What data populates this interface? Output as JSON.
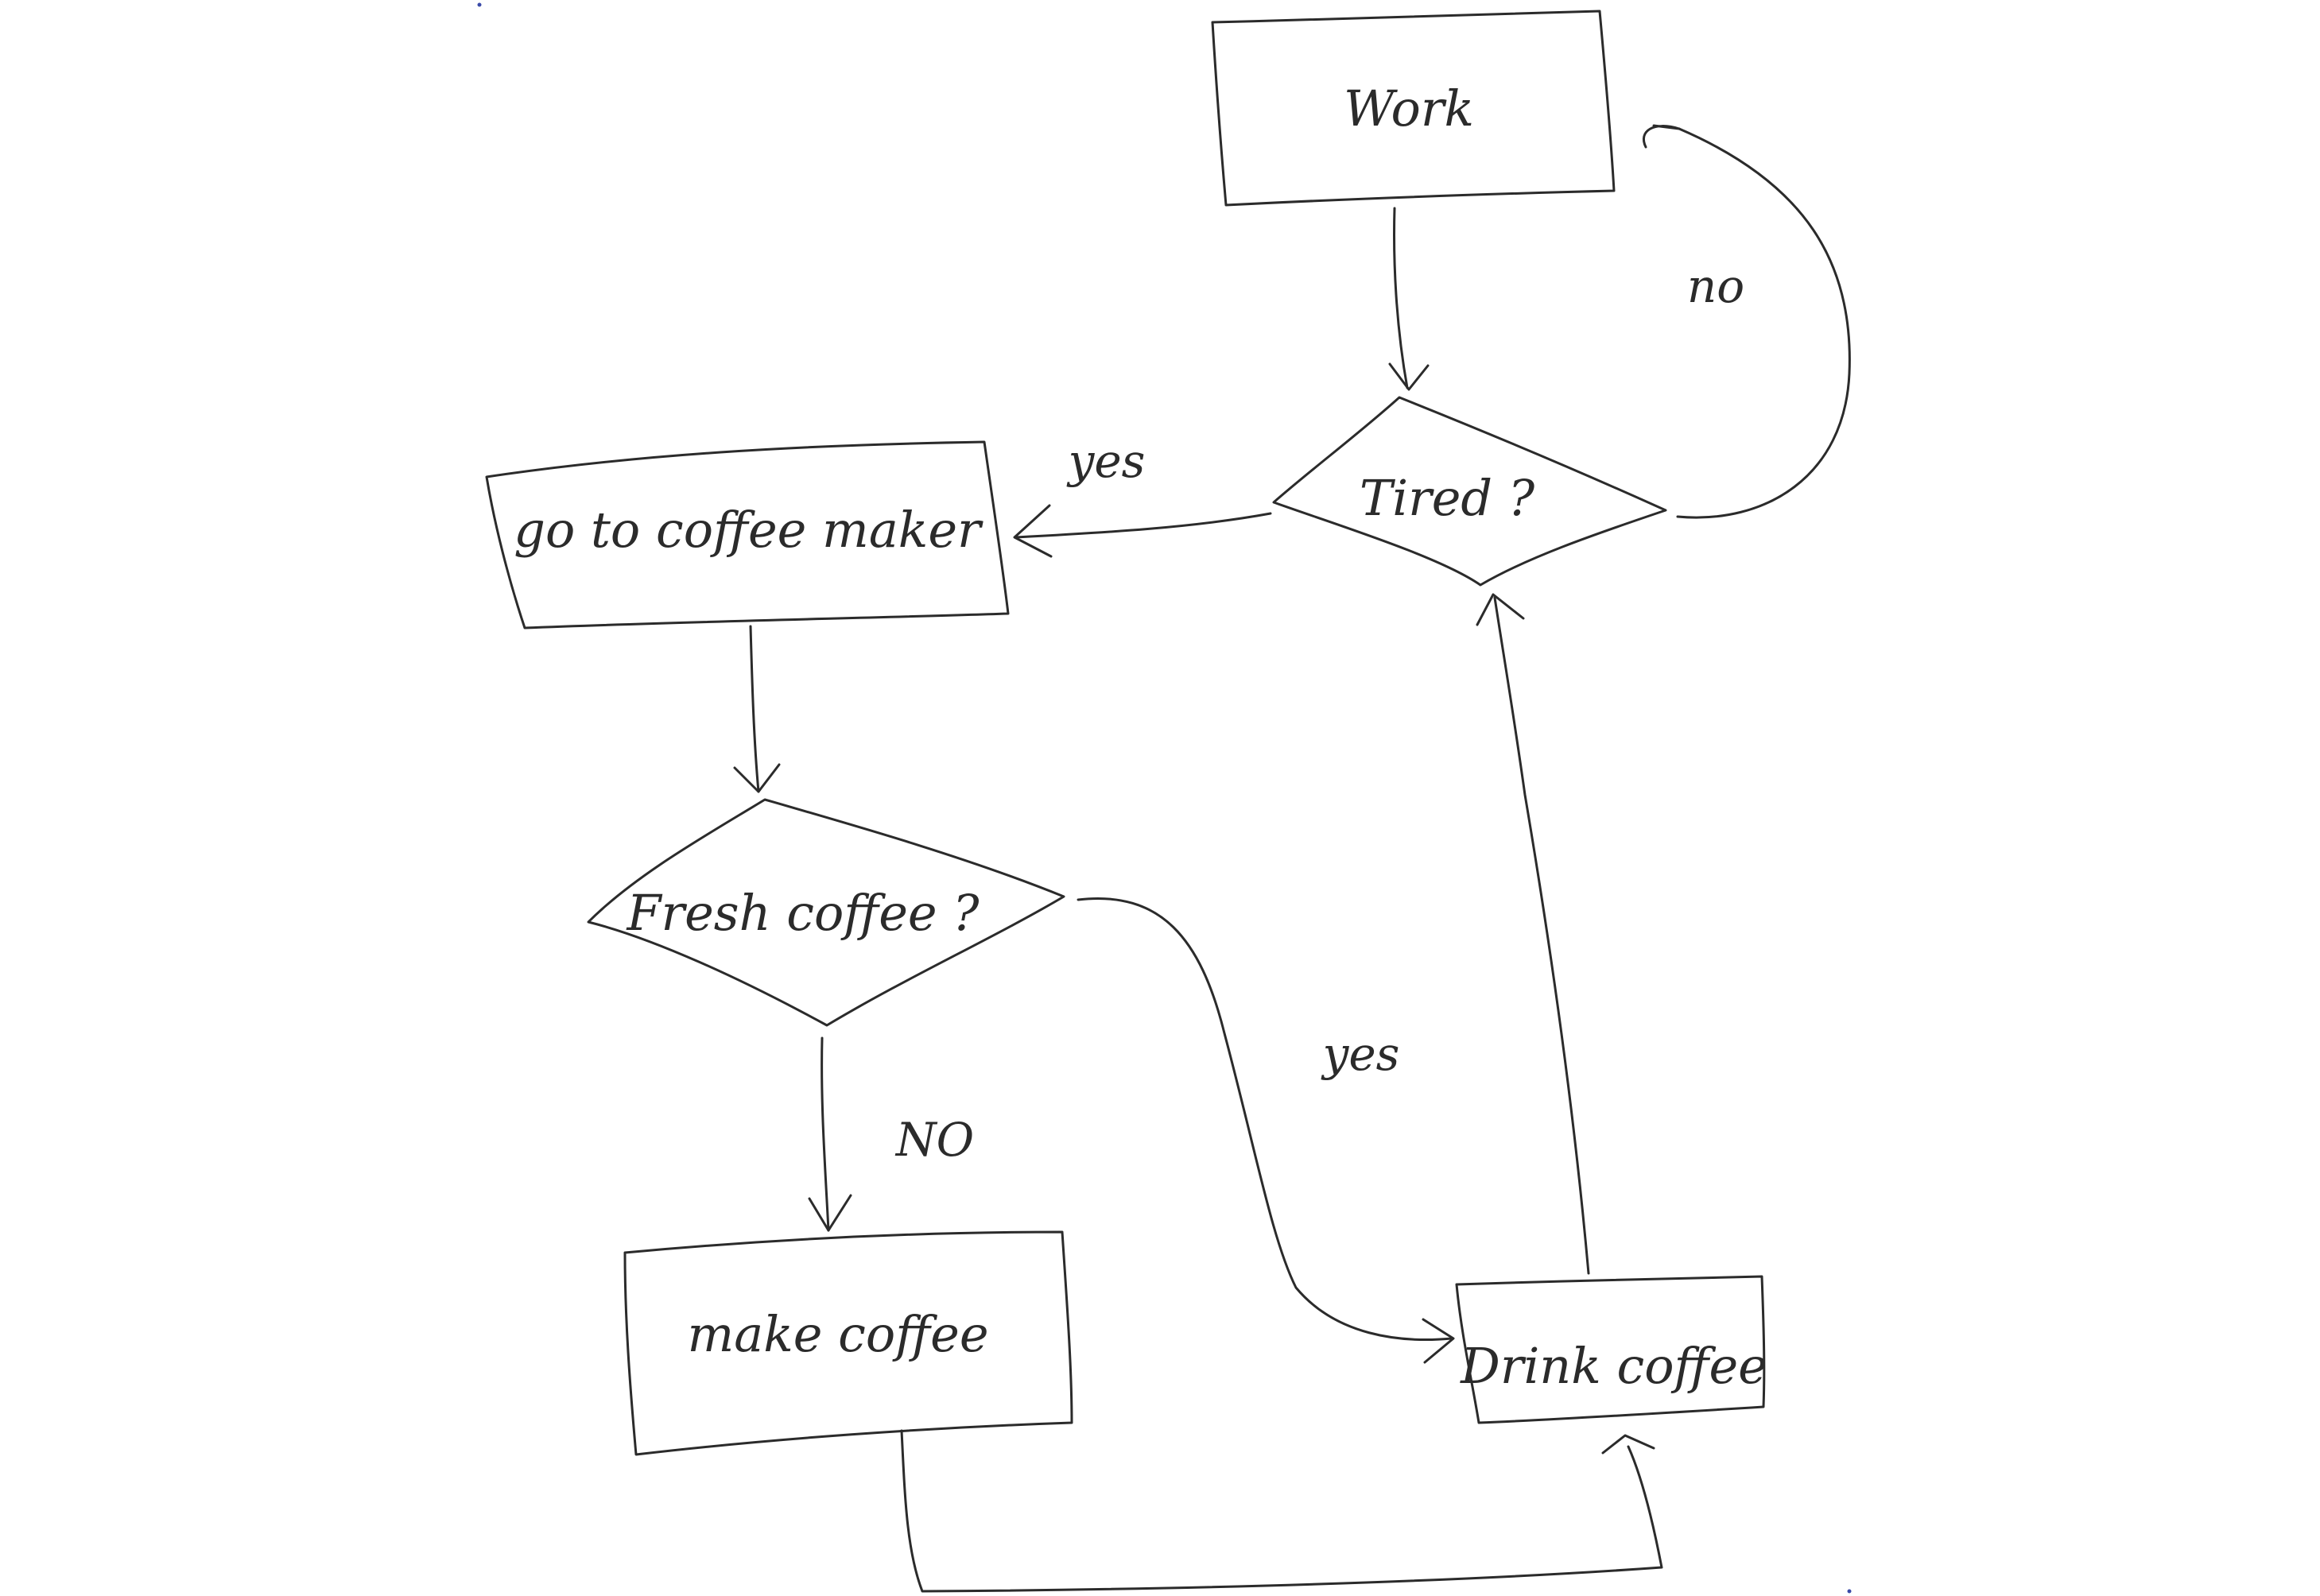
{
  "diagram": {
    "type": "flowchart",
    "style": "hand-drawn sketch",
    "nodes": [
      {
        "id": "work",
        "shape": "rectangle",
        "label": "Work"
      },
      {
        "id": "tired",
        "shape": "diamond",
        "label": "Tired ?"
      },
      {
        "id": "goto",
        "shape": "rectangle",
        "label": "go to coffee maker"
      },
      {
        "id": "fresh",
        "shape": "diamond",
        "label": "Fresh coffee ?"
      },
      {
        "id": "make",
        "shape": "rectangle",
        "label": "make coffee"
      },
      {
        "id": "drink",
        "shape": "rectangle",
        "label": "Drink coffee"
      }
    ],
    "edges": [
      {
        "from": "work",
        "to": "tired",
        "label": ""
      },
      {
        "from": "tired",
        "to": "work",
        "label": "no"
      },
      {
        "from": "tired",
        "to": "goto",
        "label": "yes"
      },
      {
        "from": "goto",
        "to": "fresh",
        "label": ""
      },
      {
        "from": "fresh",
        "to": "make",
        "label": "NO"
      },
      {
        "from": "fresh",
        "to": "drink",
        "label": "yes"
      },
      {
        "from": "make",
        "to": "drink",
        "label": ""
      },
      {
        "from": "drink",
        "to": "tired",
        "label": ""
      }
    ],
    "colors": {
      "ink": "#2b2b2b",
      "background": "#ffffff"
    }
  }
}
